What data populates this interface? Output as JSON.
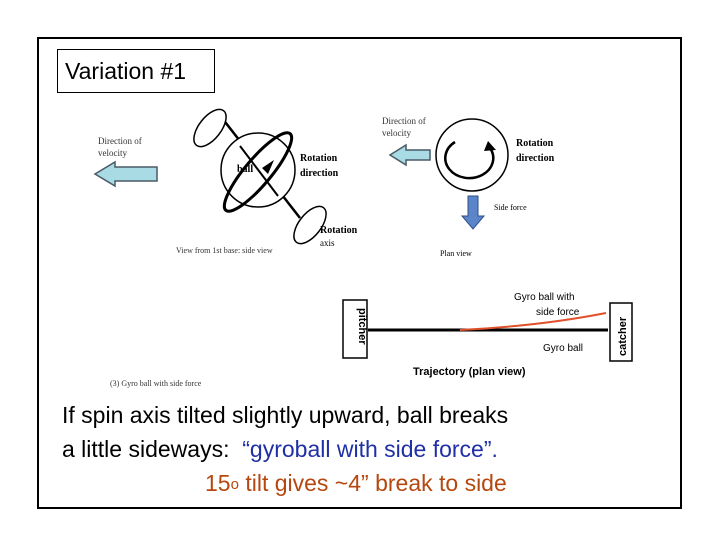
{
  "title": "Variation #1",
  "colors": {
    "arrow_fill": "#a9dbe4",
    "arrow_stroke": "#4a5a66",
    "blue_arrow_fill": "#5b84c9",
    "trajectory_red": "#e0502a",
    "caption_blue": "#1f2fa6",
    "caption_orange": "#b5470f"
  },
  "side_view": {
    "velocity_label_line1": "Direction of",
    "velocity_label_line2": "velocity",
    "ball_label": "ball",
    "rotation_line1": "Rotation",
    "rotation_line2": "direction",
    "axis_line1": "Rotation",
    "axis_line2": "axis",
    "view_caption": "View from 1st base: side view"
  },
  "plan_view": {
    "velocity_label_line1": "Direction of",
    "velocity_label_line2": "velocity",
    "rotation_line1": "Rotation",
    "rotation_line2": "direction",
    "side_force_label": "Side force",
    "view_caption": "Plan view"
  },
  "trajectory": {
    "pitcher_label": "pitcher",
    "catcher_label": "catcher",
    "side_force_line1": "Gyro ball with",
    "side_force_line2": "side force",
    "gyro_ball_label": "Gyro ball",
    "title": "Trajectory (plan view)"
  },
  "figure_caption": "(3) Gyro ball with side force",
  "caption": {
    "line1": "If spin axis tilted slightly upward, ball breaks",
    "line2_prefix": "a little sideways:  ",
    "line2_quote": "“gyroball with side force”.",
    "line3_number": "15",
    "line3_superscript": "o",
    "line3_rest": " tilt gives ~4” break to side"
  }
}
